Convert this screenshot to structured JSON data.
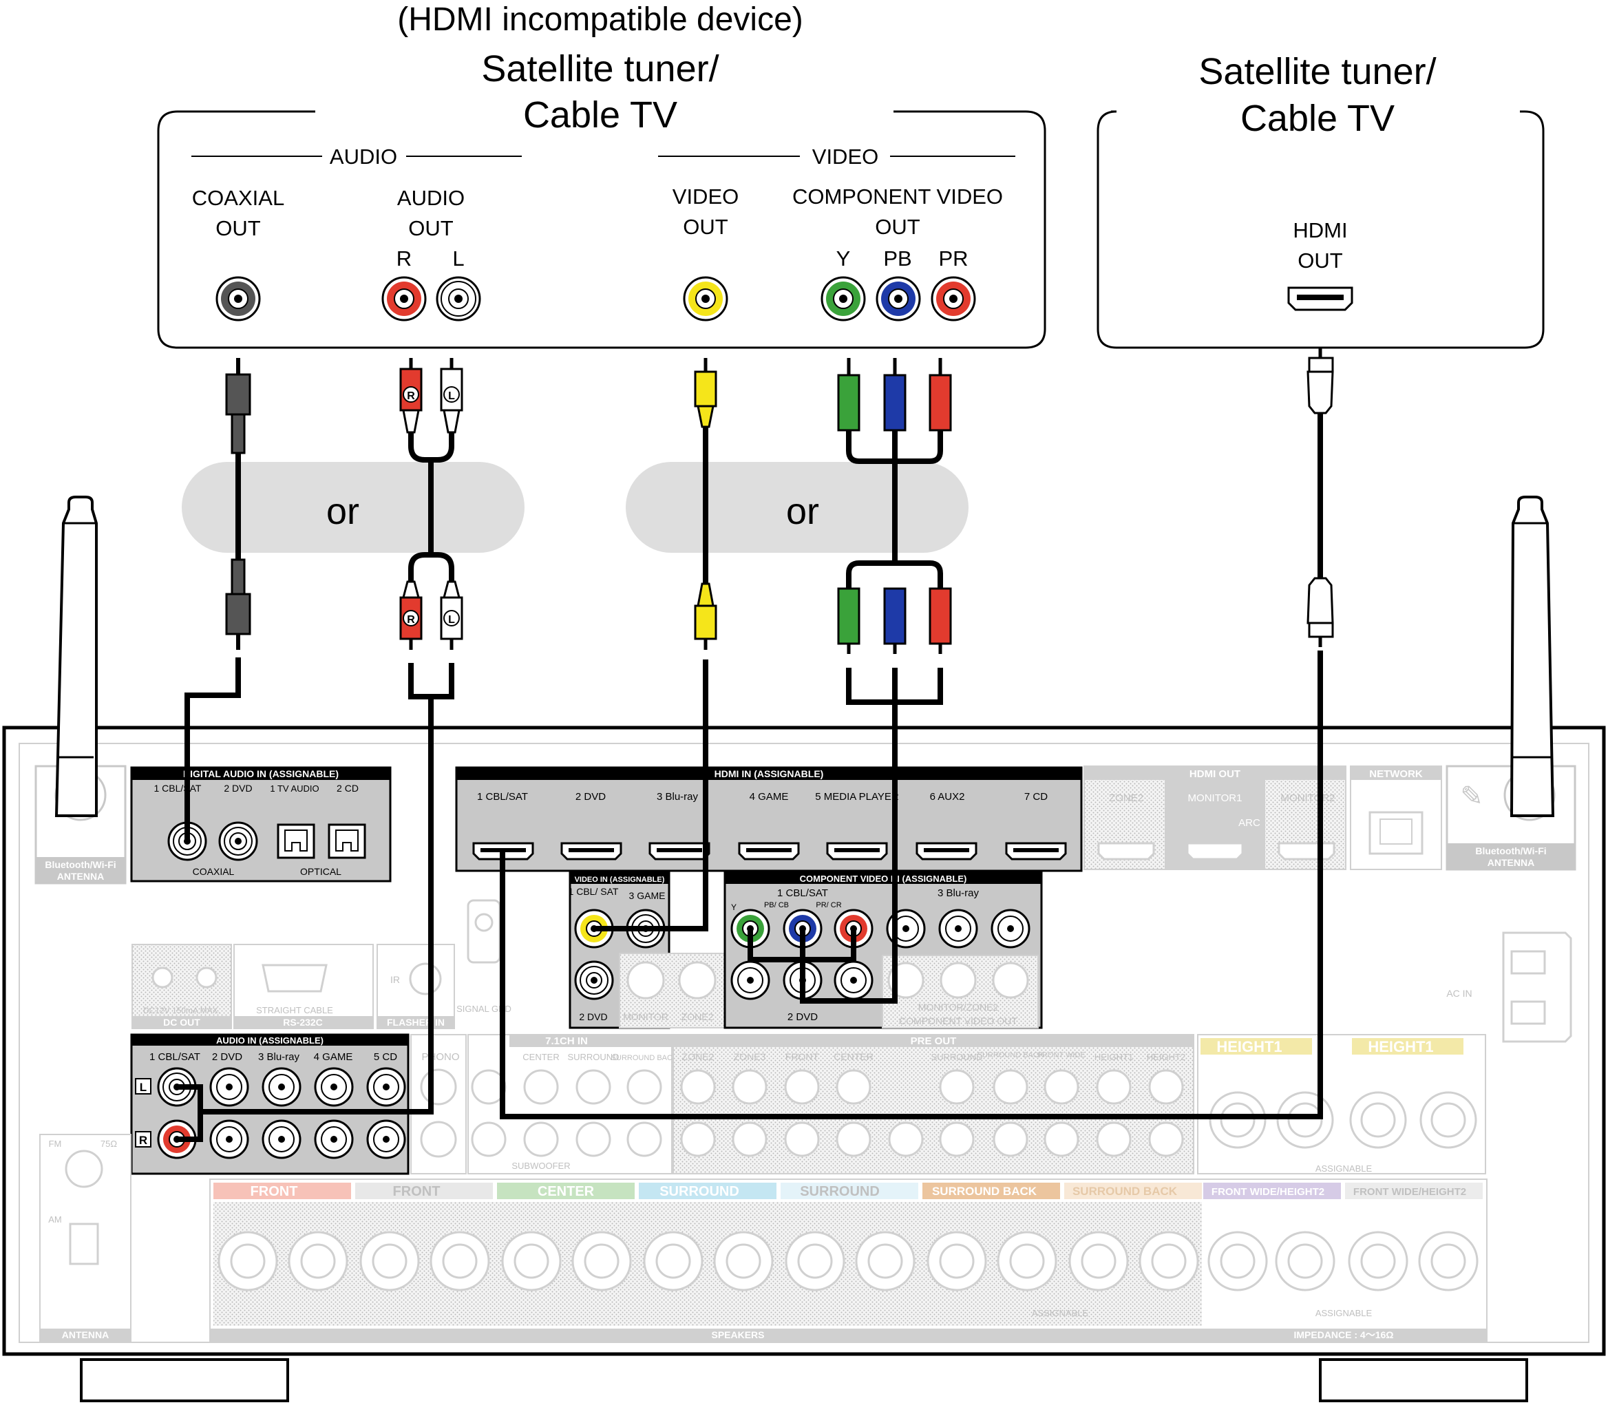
{
  "left_device": {
    "subtitle": "(HDMI incompatible device)",
    "title_line1": "Satellite tuner/",
    "title_line2": "Cable TV",
    "audio_header": "AUDIO",
    "video_header": "VIDEO",
    "coaxial_out_line1": "COAXIAL",
    "coaxial_out_line2": "OUT",
    "audio_out_line1": "AUDIO",
    "audio_out_line2": "OUT",
    "audio_r": "R",
    "audio_l": "L",
    "video_out_line1": "VIDEO",
    "video_out_line2": "OUT",
    "component_line1": "COMPONENT VIDEO",
    "component_line2": "OUT",
    "comp_y": "Y",
    "comp_pb": "PB",
    "comp_pr": "PR"
  },
  "right_device": {
    "title_line1": "Satellite tuner/",
    "title_line2": "Cable TV",
    "hdmi_line1": "HDMI",
    "hdmi_line2": "OUT"
  },
  "cables": {
    "or_left": "or",
    "or_right": "or",
    "plug_r": "R",
    "plug_l": "L"
  },
  "receiver": {
    "bt_antenna_left": "Bluetooth/Wi-Fi",
    "bt_antenna_left2": "ANTENNA",
    "bt_antenna_right": "Bluetooth/Wi-Fi",
    "bt_antenna_right2": "ANTENNA",
    "digital_audio_in": "DIGITAL AUDIO IN (ASSIGNABLE)",
    "digital_inputs": [
      "1 CBL/SAT",
      "2 DVD",
      "1 TV AUDIO",
      "2 CD"
    ],
    "coaxial": "COAXIAL",
    "optical": "OPTICAL",
    "hdmi_in": "HDMI IN (ASSIGNABLE)",
    "hdmi_inputs": [
      "1 CBL/SAT",
      "2 DVD",
      "3 Blu-ray",
      "4 GAME",
      "5 MEDIA PLAYER",
      "6 AUX2",
      "7 CD"
    ],
    "hdmi_out": "HDMI OUT",
    "hdmi_out_zone2": "ZONE2",
    "hdmi_out_monitor1": "MONITOR1",
    "hdmi_out_monitor2": "MONITOR2",
    "arc": "ARC",
    "network": "NETWORK",
    "video_in": "VIDEO IN (ASSIGNABLE)",
    "video_in_1": "1 CBL/ SAT",
    "video_in_3": "3 GAME",
    "video_in_2": "2 DVD",
    "video_monitor": "MONITOR",
    "video_zone2": "ZONE2",
    "component_video_in": "COMPONENT VIDEO IN (ASSIGNABLE)",
    "component_1": "1 CBL/SAT",
    "component_3": "3 Blu-ray",
    "component_2": "2 DVD",
    "comp_y": "Y",
    "comp_pb": "PB/ CB",
    "comp_pr": "PR/ CR",
    "monitor_zone2": "MONITOR/ZONE2",
    "component_video_out": "COMPONENT VIDEO OUT",
    "dc_out_spec": "DC12V 150mA MAX.",
    "dc_out": "DC OUT",
    "straight_cable": "STRAIGHT CABLE",
    "rs232c": "RS-232C",
    "ir": "IR",
    "flasher_in": "FLASHER IN",
    "signal_gnd": "SIGNAL GND",
    "audio_in": "AUDIO IN (ASSIGNABLE)",
    "audio_inputs": [
      "1 CBL/SAT",
      "2 DVD",
      "3 Blu-ray",
      "4 GAME",
      "5 CD"
    ],
    "audio_l": "L",
    "audio_r": "R",
    "phono": "PHONO",
    "ch71_in": "7.1CH IN",
    "ch71_labels": [
      "CENTER",
      "SURROUND",
      "SURROUND BACK"
    ],
    "pre_out": "PRE OUT",
    "pre_out_labels": [
      "ZONE2",
      "ZONE3",
      "FRONT",
      "CENTER",
      "SURROUND",
      "SURROUND BACK",
      "FRONT WIDE",
      "HEIGHT1",
      "HEIGHT2"
    ],
    "subwoofer": "SUBWOOFER",
    "height1_r": "HEIGHT1",
    "height1_l": "HEIGHT1",
    "assignable": "ASSIGNABLE",
    "fm": "FM",
    "fm_ohm": "75Ω",
    "am": "AM",
    "antenna": "ANTENNA",
    "speaker_labels": [
      "FRONT",
      "FRONT",
      "CENTER",
      "SURROUND",
      "SURROUND",
      "SURROUND BACK",
      "SURROUND BACK",
      "FRONT WIDE/HEIGHT2",
      "FRONT WIDE/HEIGHT2"
    ],
    "speakers": "SPEAKERS",
    "impedance": "IMPEDANCE : 4～16Ω",
    "ac_in": "AC IN"
  },
  "colors": {
    "red": "#e23b2e",
    "white": "#ffffff",
    "yellow": "#f5e51a",
    "green": "#3aa23a",
    "blue": "#1e3aa8",
    "gray_plug": "#555555",
    "faded": "#c8c8c8"
  }
}
